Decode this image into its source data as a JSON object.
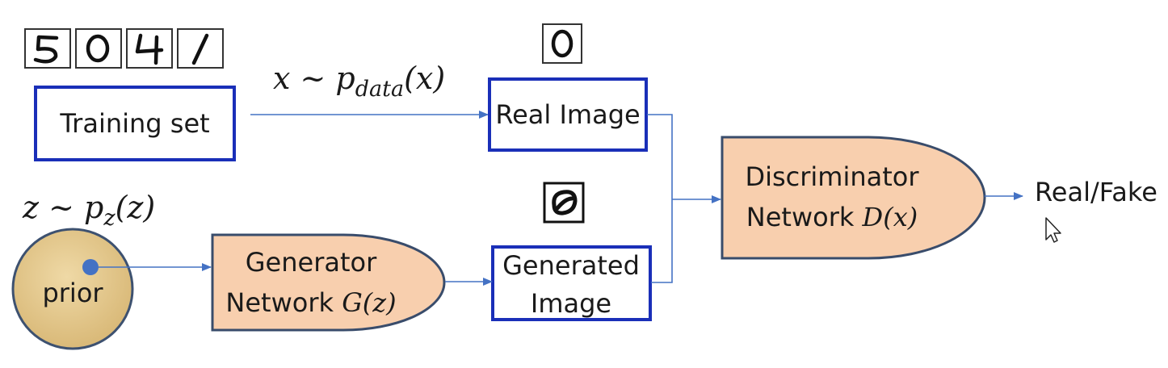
{
  "diagram": {
    "training_set_label": "Training set",
    "real_image_label": "Real Image",
    "generated_image_label_line1": "Generated",
    "generated_image_label_line2": "Image",
    "generator_label_line1": "Generator",
    "generator_label_line2_text": "Network ",
    "generator_label_line2_math": "G(z)",
    "discriminator_label_line1": "Discriminator",
    "discriminator_label_line2_text": "Network ",
    "discriminator_label_line2_math": "D(x)",
    "prior_label": "prior",
    "output_label": "Real/Fake",
    "x_dist_prefix": "x ~ p",
    "x_dist_subscript": "data",
    "x_dist_suffix": "(x)",
    "z_dist_prefix": "z ~ p",
    "z_dist_subscript": "z",
    "z_dist_suffix": "(z)",
    "training_digits": [
      "5",
      "0",
      "4",
      "1"
    ],
    "real_digit": "0"
  },
  "colors": {
    "box_border": "#1a2fb8",
    "network_fill": "#f8cfae",
    "arrow": "#4472c4",
    "prior_fill": "#e4c88c"
  }
}
